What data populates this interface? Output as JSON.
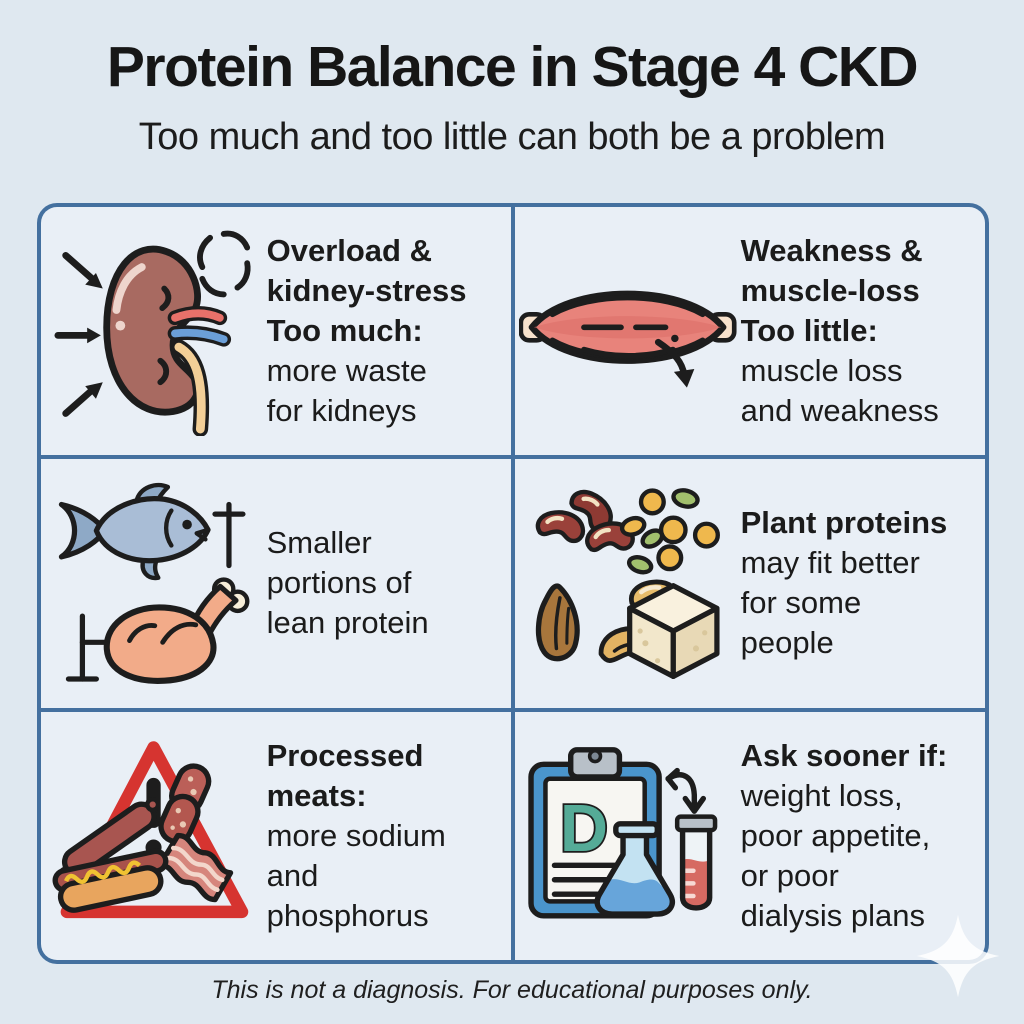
{
  "title": "Protein Balance in Stage 4 CKD",
  "subtitle": "Too much and too little can both be a problem",
  "footer": "This is not a diagnosis. For educational purposes only.",
  "colors": {
    "page_bg": "#dfe8f0",
    "cell_bg": "#e9eff6",
    "grid_border": "#44709f",
    "text": "#1b1b1b",
    "warning_red": "#d63430",
    "kidney": "#a86a61",
    "muscle": "#e8837b",
    "fish": "#a9bdd6",
    "poultry": "#f2ab89",
    "clipboard_blue": "#4a95cc",
    "teal_d": "#55ab97"
  },
  "icons": [
    "kidney-stress-icon",
    "muscle-loss-icon",
    "fish-and-poultry-icon",
    "plant-proteins-icon",
    "processed-meats-warning-icon",
    "clipboard-and-labs-icon",
    "sparkle-watermark-icon"
  ],
  "cells": [
    {
      "name": "too-much-kidney-stress",
      "lines": [
        {
          "text": "Overload &",
          "bold": true
        },
        {
          "text": "kidney-stress",
          "bold": true
        },
        {
          "text": "Too much:",
          "bold": true
        },
        {
          "text": "more waste",
          "bold": false
        },
        {
          "text": "for kidneys",
          "bold": false
        }
      ]
    },
    {
      "name": "too-little-muscle-loss",
      "lines": [
        {
          "text": "Weakness &",
          "bold": true
        },
        {
          "text": "muscle-loss",
          "bold": true
        },
        {
          "text": "Too little:",
          "bold": true
        },
        {
          "text": "muscle loss",
          "bold": false
        },
        {
          "text": "and weakness",
          "bold": false
        }
      ]
    },
    {
      "name": "lean-protein-portions",
      "lines": [
        {
          "text": "Smaller",
          "bold": false
        },
        {
          "text": "portions of",
          "bold": false
        },
        {
          "text": "lean protein",
          "bold": false
        }
      ]
    },
    {
      "name": "plant-proteins",
      "lines": [
        {
          "text": "Plant proteins",
          "bold": true
        },
        {
          "text": "may fit better",
          "bold": false
        },
        {
          "text": "for some",
          "bold": false
        },
        {
          "text": "people",
          "bold": false
        }
      ]
    },
    {
      "name": "processed-meats",
      "lines": [
        {
          "text": "Processed",
          "bold": true
        },
        {
          "text": "meats:",
          "bold": true
        },
        {
          "text": "more sodium",
          "bold": false
        },
        {
          "text": "and",
          "bold": false
        },
        {
          "text": "phosphorus",
          "bold": false
        }
      ]
    },
    {
      "name": "ask-sooner",
      "lines": [
        {
          "text": "Ask sooner if:",
          "bold": true
        },
        {
          "text": "weight loss,",
          "bold": false
        },
        {
          "text": "poor appetite,",
          "bold": false
        },
        {
          "text": "or poor",
          "bold": false
        },
        {
          "text": "dialysis plans",
          "bold": false
        }
      ]
    }
  ]
}
